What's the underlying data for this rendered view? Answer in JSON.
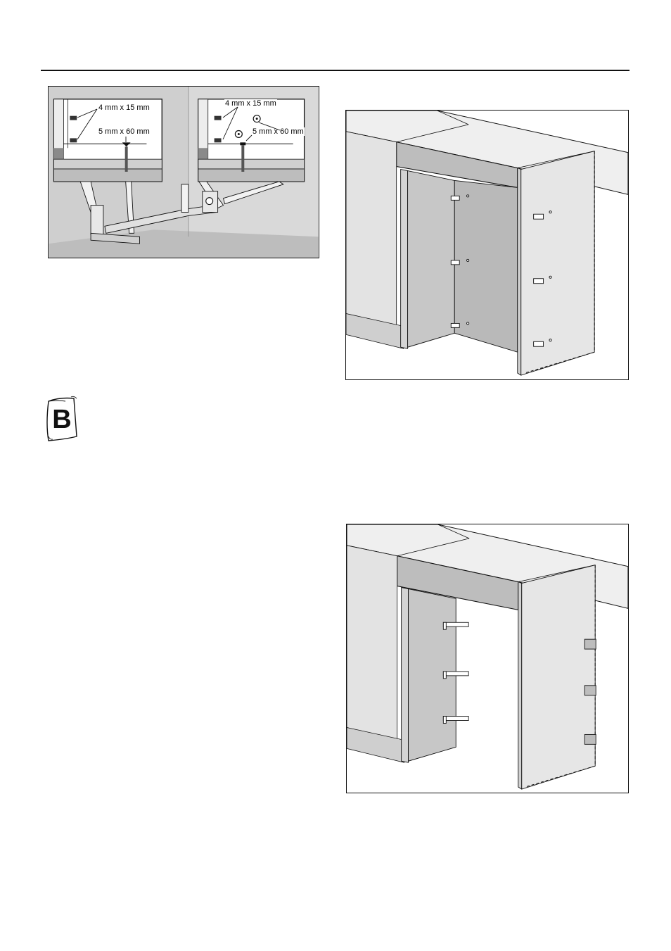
{
  "figures": {
    "top_left": {
      "left_panel": {
        "small_screw": "4 mm x 15 mm",
        "large_screw": "5 mm x 60 mm"
      },
      "right_panel": {
        "small_screw": "4 mm x 15 mm",
        "large_screw": "5 mm x 60 mm"
      }
    }
  },
  "accessory_bag": {
    "letter": "B"
  }
}
